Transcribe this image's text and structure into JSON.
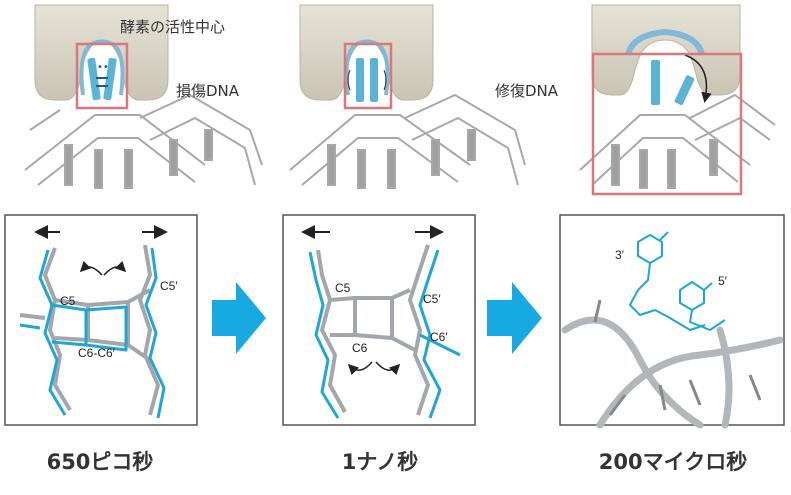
{
  "top_labels": {
    "active_center": "酵素の活性中心",
    "damaged_dna": "損傷DNA",
    "repaired_dna": "修復DNA"
  },
  "panels": [
    {
      "caption": "650ピコ秒",
      "atoms": [
        "C5",
        "C5′",
        "C6-C6′"
      ]
    },
    {
      "caption": "1ナノ秒",
      "atoms": [
        "C5",
        "C5′",
        "C6",
        "C6′"
      ]
    },
    {
      "caption": "200マイクロ秒",
      "atoms": [
        "3′",
        "5′"
      ]
    }
  ],
  "colors": {
    "enzyme": "#d6d2c4",
    "enzyme_edge": "#b9b4a2",
    "base": "#5ab4d6",
    "highlight_box": "#d9777a",
    "dna_strand": "#9a9a9a",
    "structure_cyan": "#1ea6d9",
    "structure_gray": "#9fa3a8",
    "arrow": "#17a9e1"
  }
}
